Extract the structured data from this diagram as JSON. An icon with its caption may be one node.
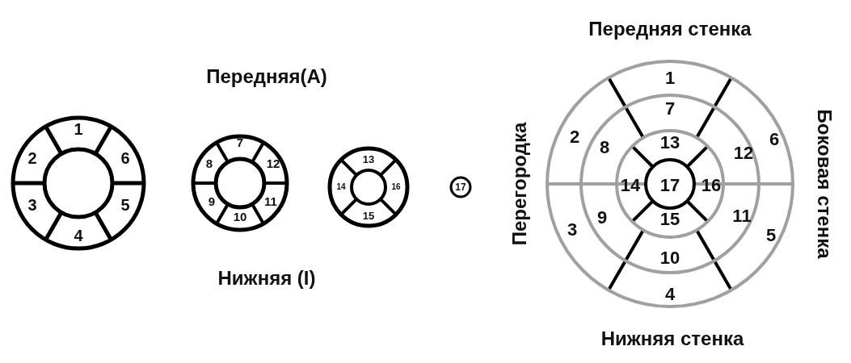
{
  "diagram": {
    "labels": [
      "Передняя(A)",
      "1",
      "2",
      "6",
      "3",
      "5",
      "4",
      "7",
      "8",
      "12",
      "9",
      "11",
      "10",
      "13",
      "14",
      "16",
      "15",
      "17",
      "Нижняя (I)",
      "Передняя стенка",
      "Перегородка",
      "Боковая стенка",
      "1",
      "7",
      "2",
      "8",
      "13",
      "12",
      "6",
      "14",
      "17",
      "16",
      "3",
      "9",
      "15",
      "11",
      "5",
      "10",
      "4",
      "Нижняя стенка"
    ]
  }
}
